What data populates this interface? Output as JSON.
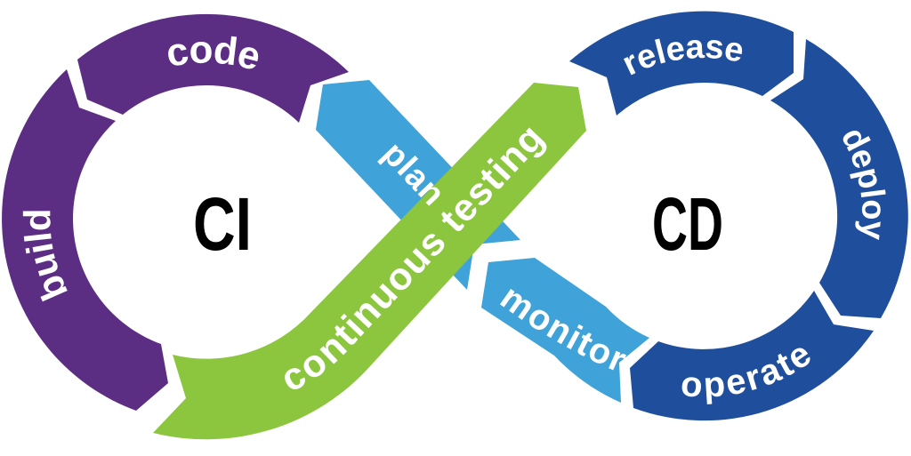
{
  "diagram": {
    "type": "devops-infinity-loop",
    "left_loop_label": "CI",
    "right_loop_label": "CD",
    "segments": {
      "code": "code",
      "build": "build",
      "plan": "plan",
      "continuous_testing": "continuous testing",
      "monitor": "monitor",
      "release": "release",
      "deploy": "deploy",
      "operate": "operate"
    }
  },
  "colors": {
    "purple": "#5b2e83",
    "dark_blue": "#1f4f9c",
    "light_blue": "#3fa2d9",
    "green": "#8cc63e",
    "label_text": "#ffffff",
    "loop_text": "#000000",
    "background": "#ffffff"
  }
}
